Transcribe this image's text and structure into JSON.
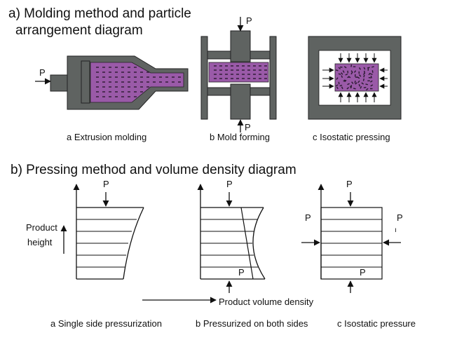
{
  "section_a": {
    "title_line1": "a)  Molding method and particle",
    "title_line2": "arrangement diagram",
    "captions": [
      "a  Extrusion molding",
      "b  Mold forming",
      "c  Isostatic pressing"
    ],
    "pressure_label": "P"
  },
  "section_b": {
    "title": "b)  Pressing method and volume density diagram",
    "y_axis_label_line1": "Product",
    "y_axis_label_line2": "height",
    "x_axis_label": "Product volume density",
    "captions": [
      "a   Single side pressurization",
      "b   Pressurized on both sides",
      "c   Isostatic pressure"
    ],
    "pressure_label": "P",
    "stray_mark": "ı"
  },
  "colors": {
    "mold_gray": "#5f6361",
    "powder_purple": "#9a5aa8",
    "particle_dark": "#2a1a30",
    "line": "#111111"
  }
}
